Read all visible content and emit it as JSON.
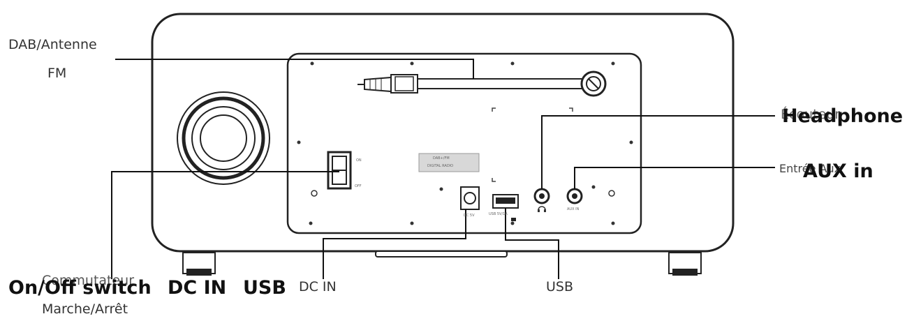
{
  "labels": {
    "dab_fm_line1": "DAB/Antenne",
    "dab_fm_line2": "FM",
    "ecouteur": "Écouteur",
    "headphone": "Headphone",
    "entree_aux": "Entrée Aux",
    "aux_in": "AUX in",
    "commutateur_line1": "Commutateur",
    "commutateur_line2": "Marche/Arrêt",
    "on_off_switch": "On/Off switch",
    "dc_in_bold": "DC IN",
    "usb_bold": "USB",
    "dc_in": "DC IN",
    "usb": "USB"
  },
  "panel_marks": {
    "switch_on": "ON",
    "switch_off": "OFF",
    "dc_port": "DC 5V",
    "usb_port": "USB 5V/1A",
    "aux_port": "AUX IN",
    "sticker_line1": "DAB+/FM",
    "sticker_line2": "DIGITAL RADIO"
  }
}
